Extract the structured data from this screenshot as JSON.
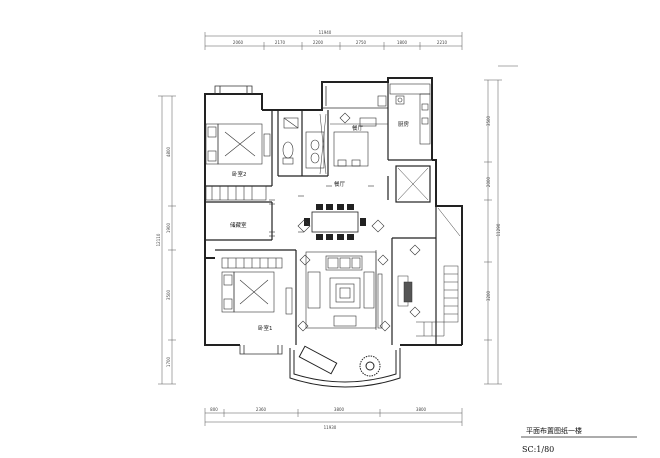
{
  "title_block": {
    "title": "平面布置图纸一楼",
    "scale": "SC:1/80"
  },
  "rooms": {
    "bedroom2": "卧室2",
    "dining_top": "餐厅",
    "kitchen": "厨房",
    "dining_mid": "餐厅",
    "storage": "储藏室",
    "bedroom1": "卧室1"
  },
  "dims": {
    "top_total": "11940",
    "top_segments": [
      "2060",
      "2170",
      "2200",
      "2750",
      "1800",
      "2210"
    ],
    "bottom_total": "11930",
    "bottom_segments": [
      "800",
      "2360",
      "3800",
      "3800"
    ],
    "left_total": "12110",
    "left_segments": [
      "4800",
      "1900",
      "3500",
      "1700"
    ],
    "right_total": "11290",
    "right_segments": [
      "3500",
      "2000",
      "3200"
    ]
  },
  "colors": {
    "line": "#222222",
    "dim": "#555555"
  }
}
